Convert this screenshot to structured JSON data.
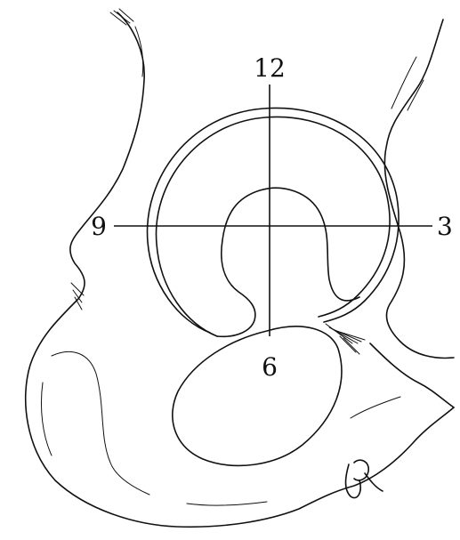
{
  "clock_face": {
    "label_12": "12",
    "label_3": "3",
    "label_6": "6",
    "label_9": "9"
  },
  "colors": {
    "ink": "#111111",
    "background": "#ffffff"
  },
  "signature_initials": "JR"
}
